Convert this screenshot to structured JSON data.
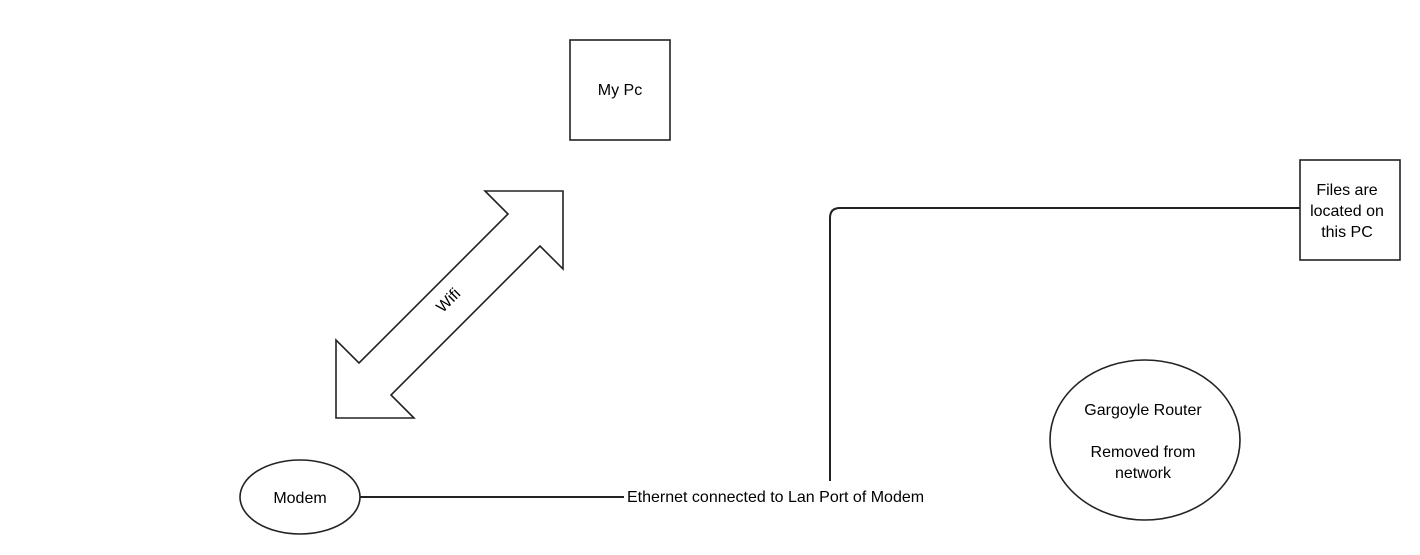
{
  "nodes": {
    "my_pc": {
      "label": "My Pc"
    },
    "files_pc": {
      "label_lines": [
        "Files are",
        "located on",
        "this PC"
      ]
    },
    "modem": {
      "label": "Modem"
    },
    "gargoyle_router": {
      "label_lines": [
        "Gargoyle Router",
        "",
        "Removed from",
        "network"
      ]
    }
  },
  "edges": {
    "wifi": {
      "label": "Wifi"
    },
    "ethernet": {
      "label": "Ethernet connected to Lan Port of Modem"
    }
  },
  "colors": {
    "stroke": "#222222",
    "text": "#000000",
    "background": "#ffffff"
  }
}
